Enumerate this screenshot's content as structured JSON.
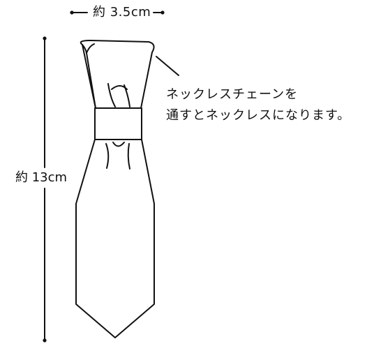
{
  "dimensions": {
    "width_label": "約 3.5cm",
    "height_label": "約 13cm"
  },
  "note": {
    "line1": "ネックレスチェーンを",
    "line2": "通すとネックレスになります。"
  },
  "colors": {
    "line": "#111111",
    "background": "#ffffff"
  }
}
